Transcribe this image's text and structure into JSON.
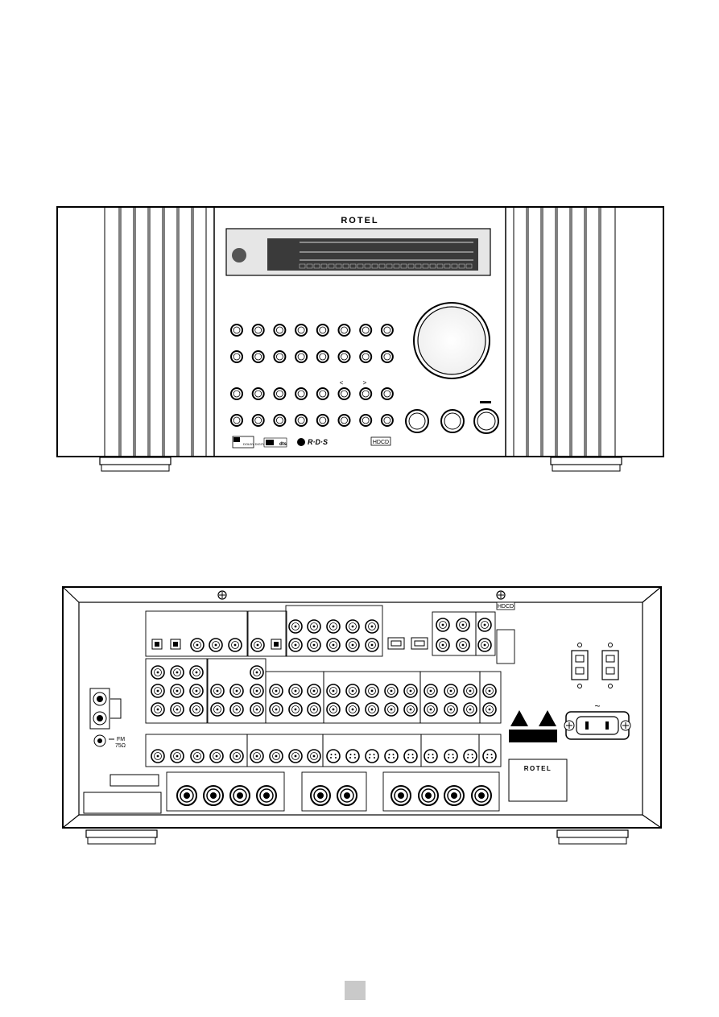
{
  "front": {
    "brand": "ROTEL",
    "logos": {
      "dolby": "DOLBY DIGITAL",
      "dts": "dts",
      "rds": "R·D·S",
      "hdcd": "HDCD"
    },
    "nav_left": "<",
    "nav_right": ">"
  },
  "rear": {
    "brand": "ROTEL",
    "hdcd": "HDCD",
    "fm_label": "FM",
    "fm_impedance": "75Ω",
    "ac_symbol": "~"
  }
}
